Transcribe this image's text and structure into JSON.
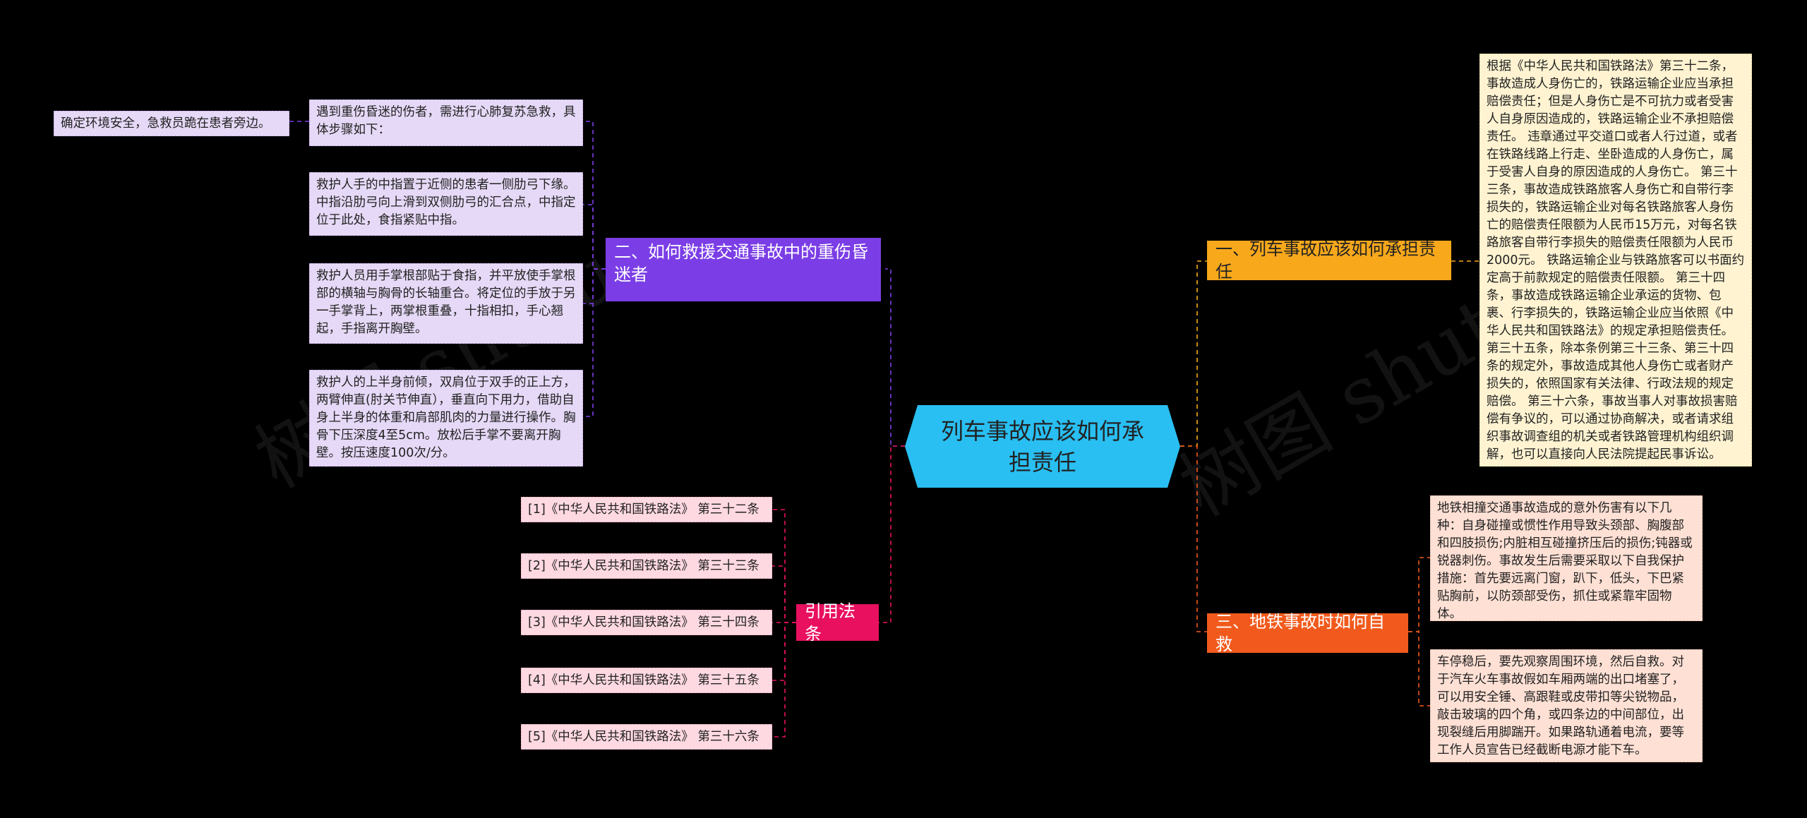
{
  "center": {
    "title": "列车事故应该如何承担责任",
    "color": "#29bff2"
  },
  "branches": {
    "b1": {
      "title": "一、列车事故应该如何承担责任",
      "color": "#f7a81b",
      "items": [
        "根据《中华人民共和国铁路法》第三十二条，事故造成人身伤亡的，铁路运输企业应当承担赔偿责任；但是人身伤亡是不可抗力或者受害人自身原因造成的，铁路运输企业不承担赔偿责任。 违章通过平交道口或者人行过道，或者在铁路线路上行走、坐卧造成的人身伤亡，属于受害人自身的原因造成的人身伤亡。 第三十三条，事故造成铁路旅客人身伤亡和自带行李损失的，铁路运输企业对每名铁路旅客人身伤亡的赔偿责任限额为人民币15万元，对每名铁路旅客自带行李损失的赔偿责任限额为人民币2000元。 铁路运输企业与铁路旅客可以书面约定高于前款规定的赔偿责任限额。 第三十四条，事故造成铁路运输企业承运的货物、包裹、行李损失的，铁路运输企业应当依照《中华人民共和国铁路法》的规定承担赔偿责任。 第三十五条，除本条例第三十三条、第三十四条的规定外，事故造成其他人身伤亡或者财产损失的，依照国家有关法律、行政法规的规定赔偿。 第三十六条，事故当事人对事故损害赔偿有争议的，可以通过协商解决，或者请求组织事故调查组的机关或者铁路管理机构组织调解，也可以直接向人民法院提起民事诉讼。"
      ]
    },
    "b2": {
      "title": "二、如何救援交通事故中的重伤昏迷者",
      "color": "#7b3ee6",
      "items": [
        "遇到重伤昏迷的伤者，需进行心肺复苏急救，具体步骤如下：",
        "救护人手的中指置于近侧的患者一侧肋弓下缘。中指沿肋弓向上滑到双侧肋弓的汇合点，中指定位于此处，食指紧贴中指。",
        "救护人员用手掌根部贴于食指，并平放使手掌根部的横轴与胸骨的长轴重合。将定位的手放于另一手掌背上，两掌根重叠，十指相扣，手心翘起，手指离开胸壁。",
        "救护人的上半身前倾，双肩位于双手的正上方，两臂伸直(肘关节伸直），垂直向下用力，借助自身上半身的体重和肩部肌肉的力量进行操作。胸骨下压深度4至5cm。放松后手掌不要离开胸壁。按压速度100次/分。"
      ],
      "sub": "确定环境安全，急救员跪在患者旁边。"
    },
    "b3": {
      "title": "三、地铁事故时如何自救",
      "color": "#f15a1c",
      "items": [
        "地铁相撞交通事故造成的意外伤害有以下几种：自身碰撞或惯性作用导致头颈部、胸腹部和四肢损伤;内脏相互碰撞挤压后的损伤;钝器或锐器刺伤。事故发生后需要采取以下自我保护措施：首先要远离门窗，趴下，低头，下巴紧贴胸前，以防颈部受伤，抓住或紧靠牢固物体。",
        "车停稳后，要先观察周围环境，然后自救。对于汽车火车事故假如车厢两端的出口堵塞了，可以用安全锤、高跟鞋或皮带扣等尖锐物品，敲击玻璃的四个角，或四条边的中间部位，出现裂缝后用脚踹开。如果路轨通着电流，要等工作人员宣告已经截断电源才能下车。"
      ]
    },
    "b4": {
      "title": "引用法条",
      "color": "#e8105f",
      "items": [
        "[1]《中华人民共和国铁路法》 第三十二条",
        "[2]《中华人民共和国铁路法》 第三十三条",
        "[3]《中华人民共和国铁路法》 第三十四条",
        "[4]《中华人民共和国铁路法》 第三十五条",
        "[5]《中华人民共和国铁路法》 第三十六条"
      ]
    }
  },
  "watermark": "树图 shutu"
}
